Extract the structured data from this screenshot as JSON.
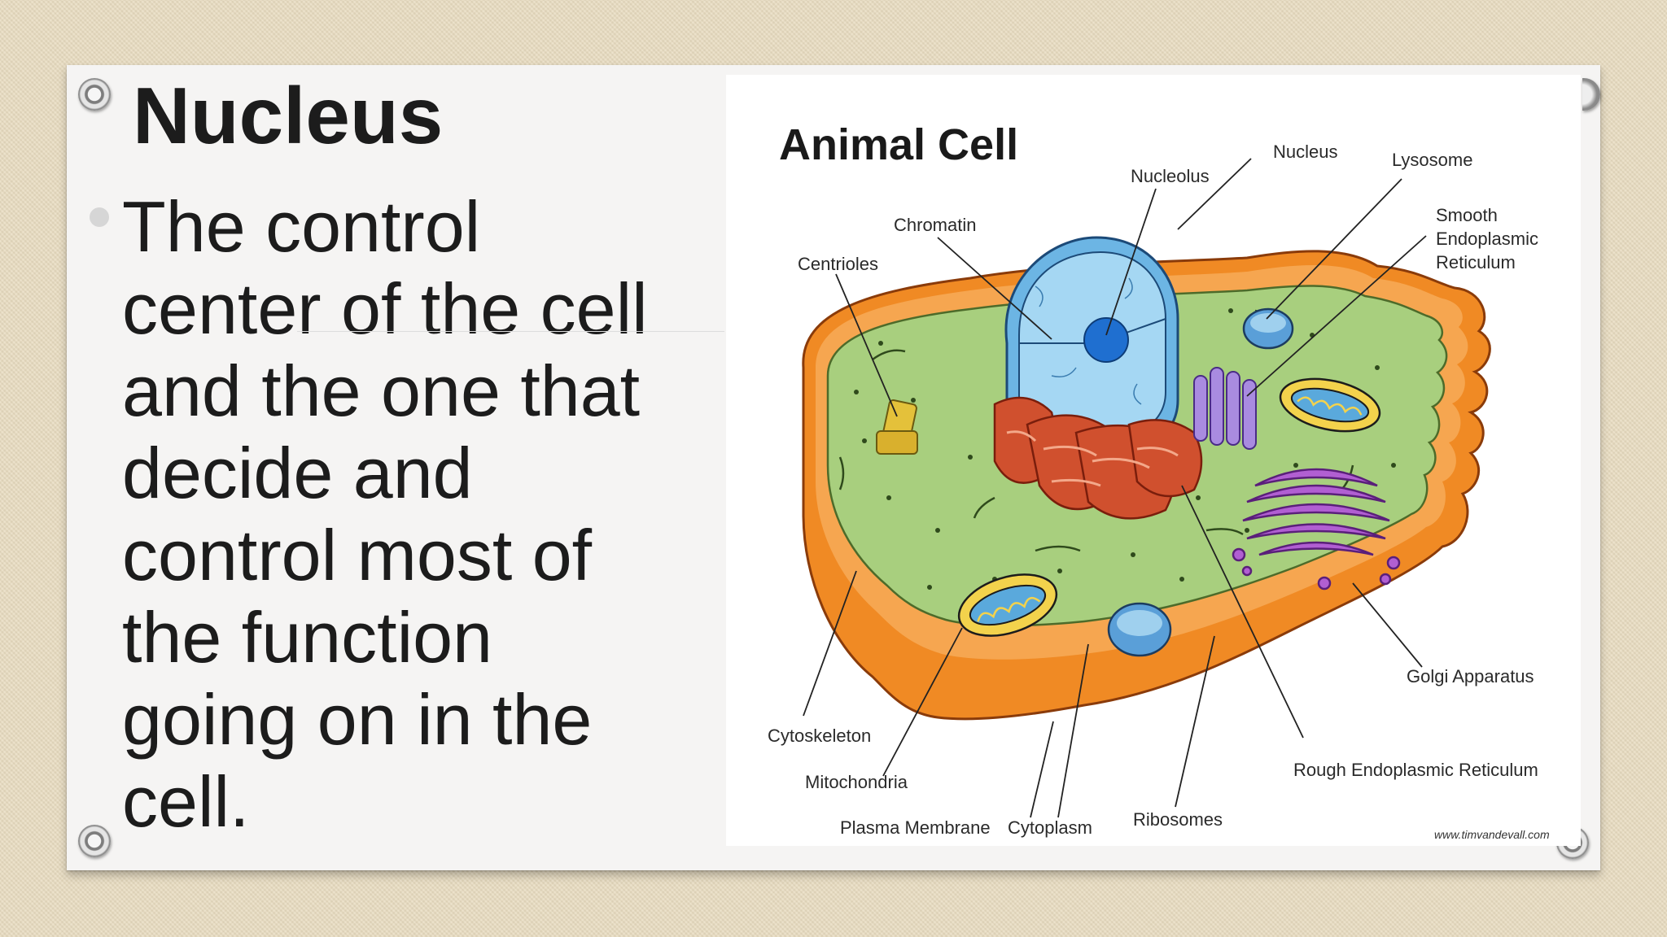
{
  "slide": {
    "title": "Nucleus",
    "body": "The control\ncenter of the cell\nand the one that\ndecide and\ncontrol most of\nthe  function\ngoing on in the\ncell."
  },
  "diagram": {
    "title": "Animal Cell",
    "labels": {
      "nucleus": "Nucleus",
      "nucleolus": "Nucleolus",
      "lysosome": "Lysosome",
      "smooth_er_1": "Smooth",
      "smooth_er_2": "Endoplasmic",
      "smooth_er_3": "Reticulum",
      "chromatin": "Chromatin",
      "centrioles": "Centrioles",
      "golgi": "Golgi Apparatus",
      "cytoskeleton": "Cytoskeleton",
      "rough_er": "Rough Endoplasmic Reticulum",
      "mitochondria": "Mitochondria",
      "ribosomes": "Ribosomes",
      "plasma_membrane": "Plasma Membrane",
      "cytoplasm": "Cytoplasm"
    },
    "credit": "www.timvandevall.com"
  },
  "colors": {
    "membrane": "#f08a24",
    "cytoplasm": "#a8cf7e",
    "nucleus": "#7ec3ea",
    "nucleolus": "#1f6fd0",
    "rough_er": "#d0502e",
    "golgi": "#b15fd2",
    "smooth_er": "#a98be0",
    "mitochondria_outer": "#f3d24c",
    "mitochondria_inner": "#5aa9dc",
    "centriole": "#e4c13a"
  }
}
